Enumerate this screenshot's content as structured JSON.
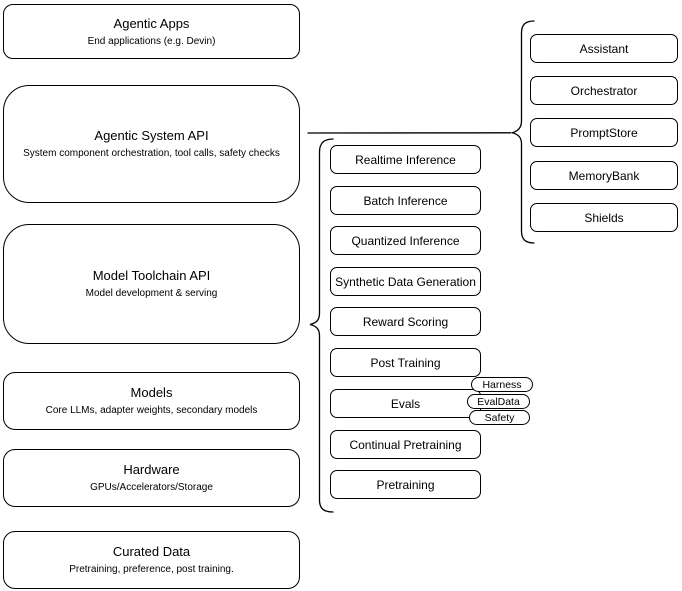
{
  "diagram": {
    "left_column": {
      "boxes": [
        {
          "title": "Agentic Apps",
          "subtitle": "End applications (e.g. Devin)"
        },
        {
          "title": "Agentic System API",
          "subtitle": "System component orchestration, tool calls, safety checks"
        },
        {
          "title": "Model Toolchain API",
          "subtitle": "Model development & serving"
        },
        {
          "title": "Models",
          "subtitle": "Core LLMs, adapter weights, secondary models"
        },
        {
          "title": "Hardware",
          "subtitle": "GPUs/Accelerators/Storage"
        },
        {
          "title": "Curated Data",
          "subtitle": "Pretraining, preference, post training."
        }
      ]
    },
    "toolchain_group": {
      "items": [
        "Realtime Inference",
        "Batch Inference",
        "Quantized Inference",
        "Synthetic Data Generation",
        "Reward Scoring",
        "Post Training",
        "Evals",
        "Continual Pretraining",
        "Pretraining"
      ],
      "eval_tags": [
        "Harness",
        "EvalData",
        "Safety"
      ]
    },
    "system_group": {
      "items": [
        "Assistant",
        "Orchestrator",
        "PromptStore",
        "MemoryBank",
        "Shields"
      ]
    },
    "colors": {
      "stroke": "#000000",
      "fill": "#ffffff",
      "background": "#ffffff",
      "text": "#000000"
    }
  }
}
